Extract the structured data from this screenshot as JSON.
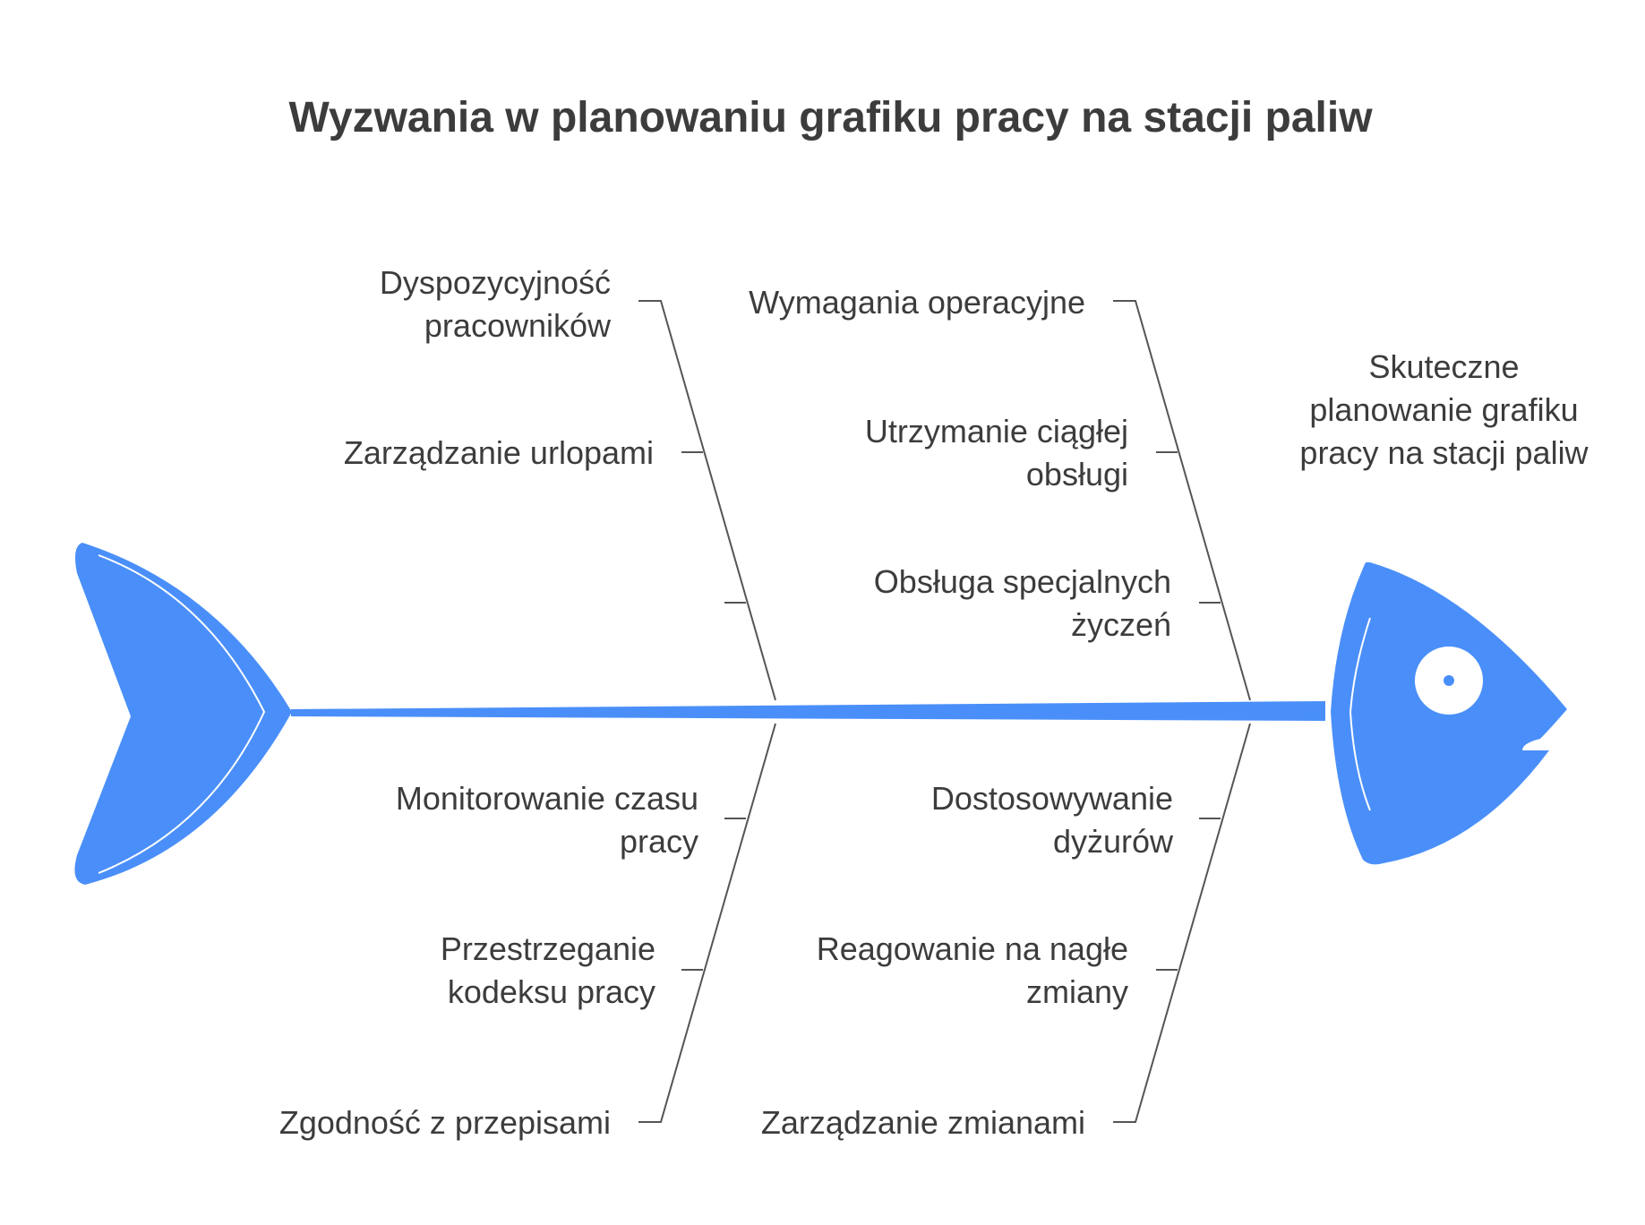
{
  "title": "Wyzwania w planowaniu grafiku pracy na stacji paliw",
  "effect": "Skuteczne planowanie grafiku pracy na stacji paliw",
  "colors": {
    "fish": "#4a8ff9",
    "text": "#3c3c3c",
    "lines": "#555555"
  },
  "causes": {
    "top_left": [
      "Dyspozycyjność pracowników",
      "Zarządzanie urlopami",
      ""
    ],
    "top_right": [
      "Wymagania operacyjne",
      "Utrzymanie ciągłej obsługi",
      "Obsługa specjalnych życzeń"
    ],
    "bottom_left": [
      "Monitorowanie czasu pracy",
      "Przestrzeganie kodeksu pracy",
      "Zgodność z przepisami"
    ],
    "bottom_right": [
      "Dostosowywanie dyżurów",
      "Reagowanie na nagłe zmiany",
      "Zarządzanie zmianami"
    ]
  }
}
